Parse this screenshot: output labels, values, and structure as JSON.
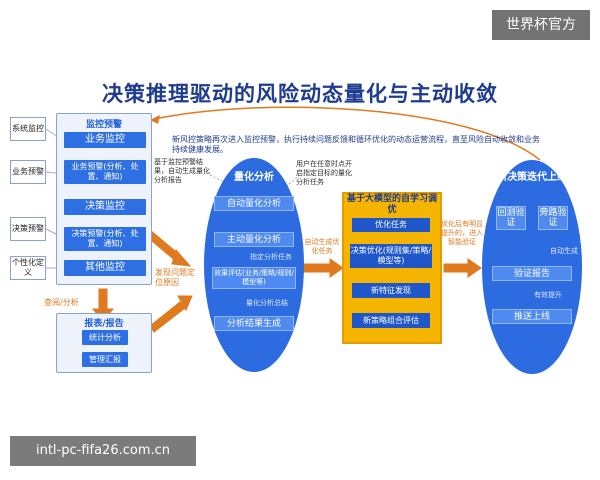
{
  "watermark_top": "世界杯官方",
  "watermark_bottom": "intl-pc-fifa26.com.cn",
  "title": "决策推理驱动的风险动态量化与主动收敛",
  "left_labels": [
    "系统监控",
    "业务预警",
    "决策预警",
    "个性化定义"
  ],
  "monitor": {
    "header": "监控预警",
    "items": [
      "业务监控",
      "业务预警(分析、处置、通知)",
      "决策监控",
      "决策预警(分析、处置、通知)",
      "其他监控"
    ]
  },
  "query_label": "查阅/分析",
  "report": {
    "header": "报表/报告",
    "items": [
      "统计分析",
      "管理汇报"
    ]
  },
  "top_desc": "新风控策略再次进入监控预警，执行持续问题反馈和循环优化的动态运营流程，直至风险自动收敛和业务持续健康发展。",
  "notes": {
    "auto_gen": "基于监控预警结果，自动生成量化分析报告",
    "user_task": "用户在任意时点开启指定目标的量化分析任务",
    "locate": "发现问题定位原因",
    "auto_opt": "自动生成优化任务",
    "opt_submit": "优化后有明显提升的，进入智能验证"
  },
  "quant": {
    "header": "量化分析",
    "items": [
      "自动量化分析",
      "主动量化分析",
      "效果评估(业务/策略/规则/模型等)",
      "分析结果生成"
    ],
    "notes": [
      "指定分析任务",
      "量化分析总结"
    ]
  },
  "ai": {
    "header": "基于大模型的自学习调优",
    "items": [
      "优化任务",
      "决策优化(规则集/策略/模型等)",
      "新特征发现",
      "新策略组合评估"
    ]
  },
  "deploy": {
    "header": "新决策迭代上线",
    "items": [
      "回测验证",
      "旁路验证",
      "验证报告",
      "推送上线"
    ],
    "notes": [
      "自动生成",
      "有效提升"
    ]
  }
}
